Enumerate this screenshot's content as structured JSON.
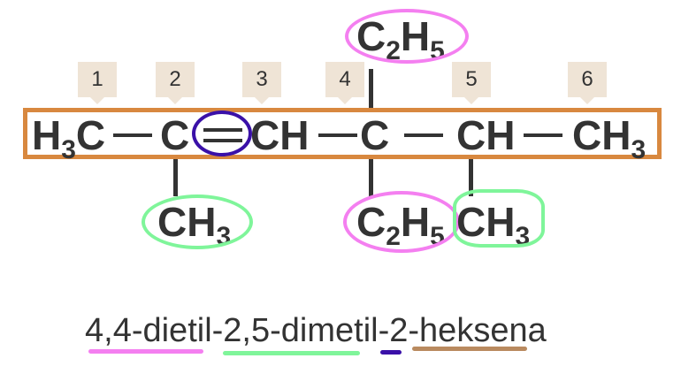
{
  "diagram": {
    "type": "organic-structure-naming",
    "carbon_numbers": [
      "1",
      "2",
      "3",
      "4",
      "5",
      "6"
    ],
    "main_chain": {
      "c1": {
        "main": "H",
        "sub": "3",
        "tail": "C"
      },
      "c2": {
        "main": "C"
      },
      "c3": {
        "main": "CH"
      },
      "c4": {
        "main": "C"
      },
      "c5": {
        "main": "CH"
      },
      "c6": {
        "main": "CH",
        "sub": "3"
      }
    },
    "substituents": {
      "top_c4": {
        "main": "C",
        "sub1": "2",
        "mid": "H",
        "sub2": "5"
      },
      "bottom_c2": {
        "main": "CH",
        "sub": "3"
      },
      "bottom_c4": {
        "main": "C",
        "sub1": "2",
        "mid": "H",
        "sub2": "5"
      },
      "bottom_c5": {
        "main": "CH",
        "sub": "3"
      }
    },
    "colors": {
      "chain_box": "#d8883f",
      "number_tag": "#efe4d6",
      "ethyl_highlight": "#f47ff0",
      "methyl_highlight": "#7ff59a",
      "double_bond_highlight": "#3a10a8",
      "parent_highlight": "#b98a5f"
    }
  },
  "name": {
    "part1": "4,4-dietil-",
    "part2": "2,5-dimetil-",
    "part3": "2",
    "part4": "-",
    "part5": "heksena"
  }
}
